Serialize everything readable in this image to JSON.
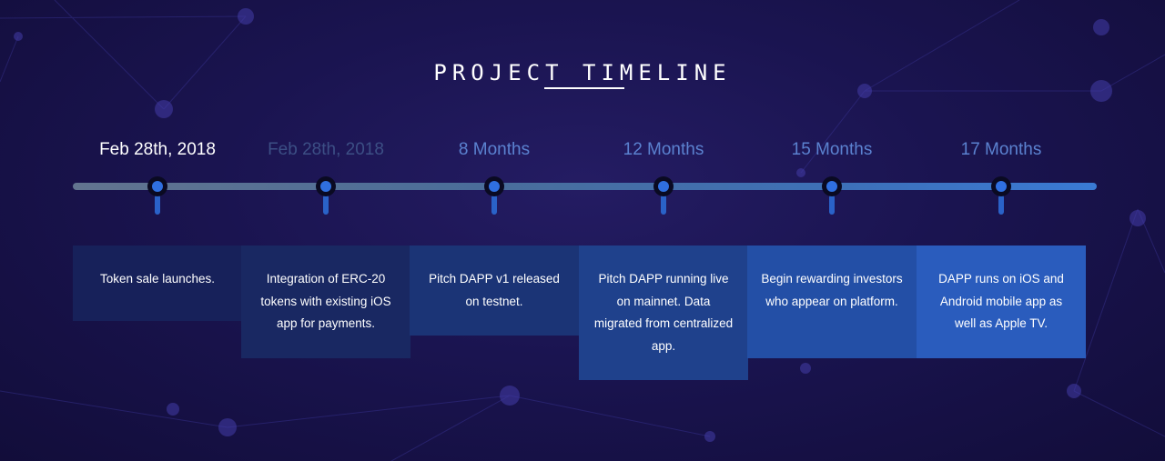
{
  "title": "PROJECT TIMELINE",
  "milestones": [
    {
      "date": "Feb 28th, 2018",
      "text": "Token sale launches."
    },
    {
      "date": "Feb 28th, 2018",
      "text": "Integration of ERC-20 tokens with existing iOS app for payments."
    },
    {
      "date": "8 Months",
      "text": "Pitch DAPP v1 released on testnet."
    },
    {
      "date": "12 Months",
      "text": "Pitch DAPP running live on mainnet. Data migrated from centralized app."
    },
    {
      "date": "15 Months",
      "text": "Begin rewarding investors who appear on platform."
    },
    {
      "date": "17 Months",
      "text": "DAPP runs on iOS and Android mobile app as well as Apple TV."
    }
  ],
  "colors": {
    "background": "#1a1450",
    "accent": "#2f6fe0",
    "active_date": "#ffffff",
    "date": "#5b82d0"
  }
}
